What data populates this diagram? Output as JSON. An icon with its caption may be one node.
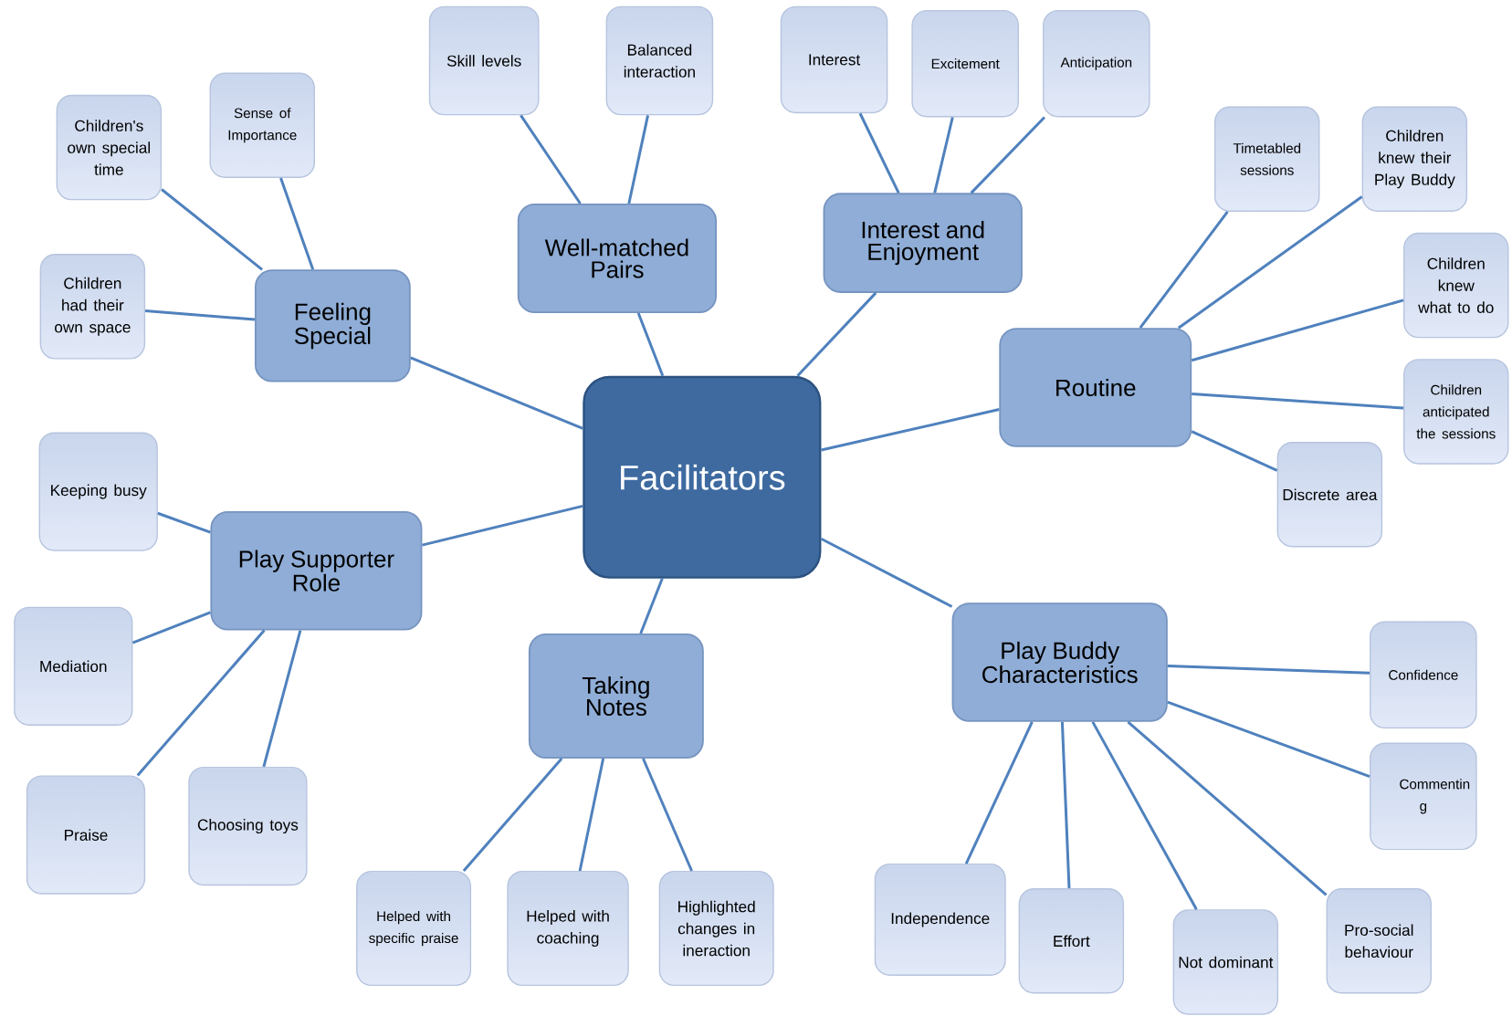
{
  "diagram": {
    "nodes": [
      {
        "text": [
          "Facilitators"
        ]
      },
      {
        "text": [
          "Feeling Special"
        ]
      },
      {
        "text": [
          "Well-matched Pairs"
        ]
      },
      {
        "text": [
          "Interest and Enjoyment"
        ]
      },
      {
        "text": [
          "Routine"
        ]
      },
      {
        "text": [
          "Play Supporter Role"
        ]
      },
      {
        "text": [
          "Taking Notes"
        ]
      },
      {
        "text": [
          "Play Buddy Characteristics"
        ]
      },
      {
        "text": [
          "Children's own special time"
        ]
      },
      {
        "text": [
          "Sense of Importance"
        ]
      },
      {
        "text": [
          "Children had their own space"
        ]
      },
      {
        "text": [
          "Skill levels"
        ]
      },
      {
        "text": [
          "Balanced interaction"
        ]
      },
      {
        "text": [
          "Interest"
        ]
      },
      {
        "text": [
          "Excitement"
        ]
      },
      {
        "text": [
          "Anticipation"
        ]
      },
      {
        "text": [
          "Timetabled sessions"
        ]
      },
      {
        "text": [
          "Children knew their Play Buddy"
        ]
      },
      {
        "text": [
          "Children knew what to do"
        ]
      },
      {
        "text": [
          "Children anticipated the sessions"
        ]
      },
      {
        "text": [
          "Discrete area"
        ]
      },
      {
        "text": [
          "Keeping busy"
        ]
      },
      {
        "text": [
          "Mediation"
        ]
      },
      {
        "text": [
          "Praise"
        ]
      },
      {
        "text": [
          "Choosing toys"
        ]
      },
      {
        "text": [
          "Helped with specific praise"
        ]
      },
      {
        "text": [
          "Helped with coaching"
        ]
      },
      {
        "text": [
          "Highlighted changes in ineraction"
        ]
      },
      {
        "text": [
          "Confidence"
        ]
      },
      {
        "text": [
          "Commentin g"
        ]
      },
      {
        "text": [
          "Pro-social behaviour"
        ]
      },
      {
        "text": [
          "Not dominant"
        ]
      },
      {
        "text": [
          "Effort"
        ]
      },
      {
        "text": [
          "Independence"
        ]
      }
    ],
    "edges": [
      {
        "from": 0,
        "to": 1,
        "arrow": "none"
      },
      {
        "from": 0,
        "to": 2,
        "arrow": "none"
      },
      {
        "from": 0,
        "to": 3,
        "arrow": "none"
      },
      {
        "from": 0,
        "to": 4,
        "arrow": "none"
      },
      {
        "from": 0,
        "to": 5,
        "arrow": "none"
      },
      {
        "from": 0,
        "to": 6,
        "arrow": "none"
      },
      {
        "from": 0,
        "to": 7,
        "arrow": "none"
      },
      {
        "from": 1,
        "to": 8,
        "arrow": "none"
      },
      {
        "from": 1,
        "to": 9,
        "arrow": "none"
      },
      {
        "from": 1,
        "to": 10,
        "arrow": "none"
      },
      {
        "from": 2,
        "to": 11,
        "arrow": "none"
      },
      {
        "from": 2,
        "to": 12,
        "arrow": "none"
      },
      {
        "from": 3,
        "to": 13,
        "arrow": "none"
      },
      {
        "from": 3,
        "to": 14,
        "arrow": "none"
      },
      {
        "from": 3,
        "to": 15,
        "arrow": "none"
      },
      {
        "from": 4,
        "to": 16,
        "arrow": "none"
      },
      {
        "from": 4,
        "to": 17,
        "arrow": "none"
      },
      {
        "from": 4,
        "to": 18,
        "arrow": "none"
      },
      {
        "from": 4,
        "to": 19,
        "arrow": "none"
      },
      {
        "from": 4,
        "to": 20,
        "arrow": "none"
      },
      {
        "from": 5,
        "to": 21,
        "arrow": "none"
      },
      {
        "from": 5,
        "to": 22,
        "arrow": "none"
      },
      {
        "from": 5,
        "to": 23,
        "arrow": "none"
      },
      {
        "from": 5,
        "to": 24,
        "arrow": "none"
      },
      {
        "from": 6,
        "to": 25,
        "arrow": "none"
      },
      {
        "from": 6,
        "to": 26,
        "arrow": "none"
      },
      {
        "from": 6,
        "to": 27,
        "arrow": "none"
      },
      {
        "from": 7,
        "to": 28,
        "arrow": "none"
      },
      {
        "from": 7,
        "to": 29,
        "arrow": "none"
      },
      {
        "from": 7,
        "to": 30,
        "arrow": "none"
      },
      {
        "from": 7,
        "to": 31,
        "arrow": "none"
      },
      {
        "from": 7,
        "to": 32,
        "arrow": "none"
      },
      {
        "from": 7,
        "to": 33,
        "arrow": "none"
      }
    ]
  }
}
